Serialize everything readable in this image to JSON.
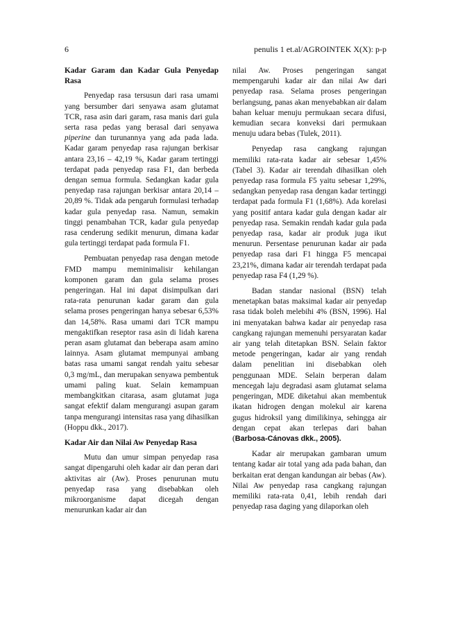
{
  "header": {
    "page_number": "6",
    "running_head": "penulis 1 et.al/AGROINTEK X(X): p-p"
  },
  "left_column": {
    "heading1": "Kadar Garam dan Kadar Gula Penyedap Rasa",
    "p1": "Penyedap rasa tersusun dari rasa umami yang bersumber dari senyawa asam glutamat TCR, rasa asin dari garam, rasa manis dari gula serta rasa pedas yang berasal dari senyawa",
    "p1_italic": "piperine",
    "p1_rest": "dan turunannya yang ada pada lada. Kadar garam penyedap rasa rajungan berkisar antara 23,16 – 42,19 %, Kadar garam tertinggi terdapat pada penyedap rasa F1, dan berbeda dengan semua formula. Sedangkan kadar gula penyedap rasa rajungan berkisar antara 20,14 – 20,89 %. Tidak ada pengaruh formulasi terhadap kadar gula penyedap rasa. Namun, semakin tinggi penambahan TCR, kadar gula penyedap rasa cenderung sedikit menurun, dimana kadar gula tertinggi terdapat pada formula F1.",
    "p2": "Pembuatan penyedap rasa dengan metode FMD mampu meminimalisir kehilangan komponen garam dan gula selama proses pengeringan. Hal ini dapat disimpulkan dari rata-rata penurunan kadar garam dan gula selama proses pengeringan hanya sebesar 6,53% dan 14,58%. Rasa umami dari TCR mampu mengaktifkan reseptor rasa asin di lidah karena peran asam glutamat dan beberapa asam amino lainnya. Asam glutamat mempunyai ambang batas rasa umami sangat rendah yaitu sebesar 0,3 mg/mL, dan merupakan senyawa pembentuk umami paling kuat. Selain kemampuan membangkitkan citarasa, asam glutamat juga sangat efektif dalam mengurangi asupan garam tanpa mengurangi intensitas rasa yang dihasilkan (Hoppu dkk., 2017).",
    "heading2": "Kadar Air dan Nilai Aw Penyedap Rasa",
    "p3": "Mutu dan umur simpan penyedap rasa sangat dipengaruhi oleh kadar air dan peran dari aktivitas air (Aw). Proses penurunan mutu penyedap rasa yang disebabkan oleh mikroorganisme dapat dicegah dengan menurunkan kadar air dan"
  },
  "right_column": {
    "p1": "nilai Aw. Proses pengeringan sangat mempengaruhi kadar air dan nilai Aw dari penyedap rasa. Selama proses pengeringan berlangsung, panas akan menyebabkan air dalam bahan keluar menuju permukaan secara difusi, kemudian secara konveksi dari permukaan menuju udara bebas (Tulek, 2011).",
    "p2": "Penyedap rasa cangkang rajungan memiliki rata-rata kadar air sebesar 1,45% (Tabel 3). Kadar air terendah dihasilkan oleh penyedap rasa formula F5 yaitu sebesar 1,29%, sedangkan penyedap rasa dengan kadar tertinggi terdapat pada formula F1 (1,68%). Ada korelasi yang positif antara kadar gula dengan kadar air penyedap rasa. Semakin rendah kadar gula pada penyedap rasa, kadar air produk juga ikut menurun. Persentase penurunan kadar air pada penyedap rasa dari F1 hingga F5 mencapai 23,21%, dimana kadar air terendah terdapat pada penyedap rasa F4 (1,29 %).",
    "p3": "Badan standar nasional (BSN) telah menetapkan batas maksimal kadar air penyedap rasa tidak boleh melebihi 4% (BSN, 1996). Hal ini menyatakan bahwa kadar air penyedap rasa cangkang rajungan memenuhi persyaratan kadar air yang telah ditetapkan BSN. Selain faktor metode pengeringan, kadar air yang rendah dalam penelitian ini disebabkan oleh penggunaan MDE. Selain berperan dalam mencegah laju degradasi asam glutamat selama pengeringan, MDE diketahui akan membentuk ikatan hidrogen dengan molekul air karena gugus hidroksil yang dimilikinya, sehingga air dengan cepat akan terlepas dari bahan (",
    "p3_bold_cite": "Barbosa-Cánovas dkk., 2005",
    "p3_end": ").",
    "p4": "Kadar air merupakan gambaran umum tentang kadar air total yang ada pada bahan, dan berkaitan erat dengan kandungan air bebas (Aw). Nilai Aw penyedap rasa cangkang rajungan memiliki rata-rata 0,41, lebih rendah dari penyedap rasa daging yang dilaporkan oleh"
  }
}
